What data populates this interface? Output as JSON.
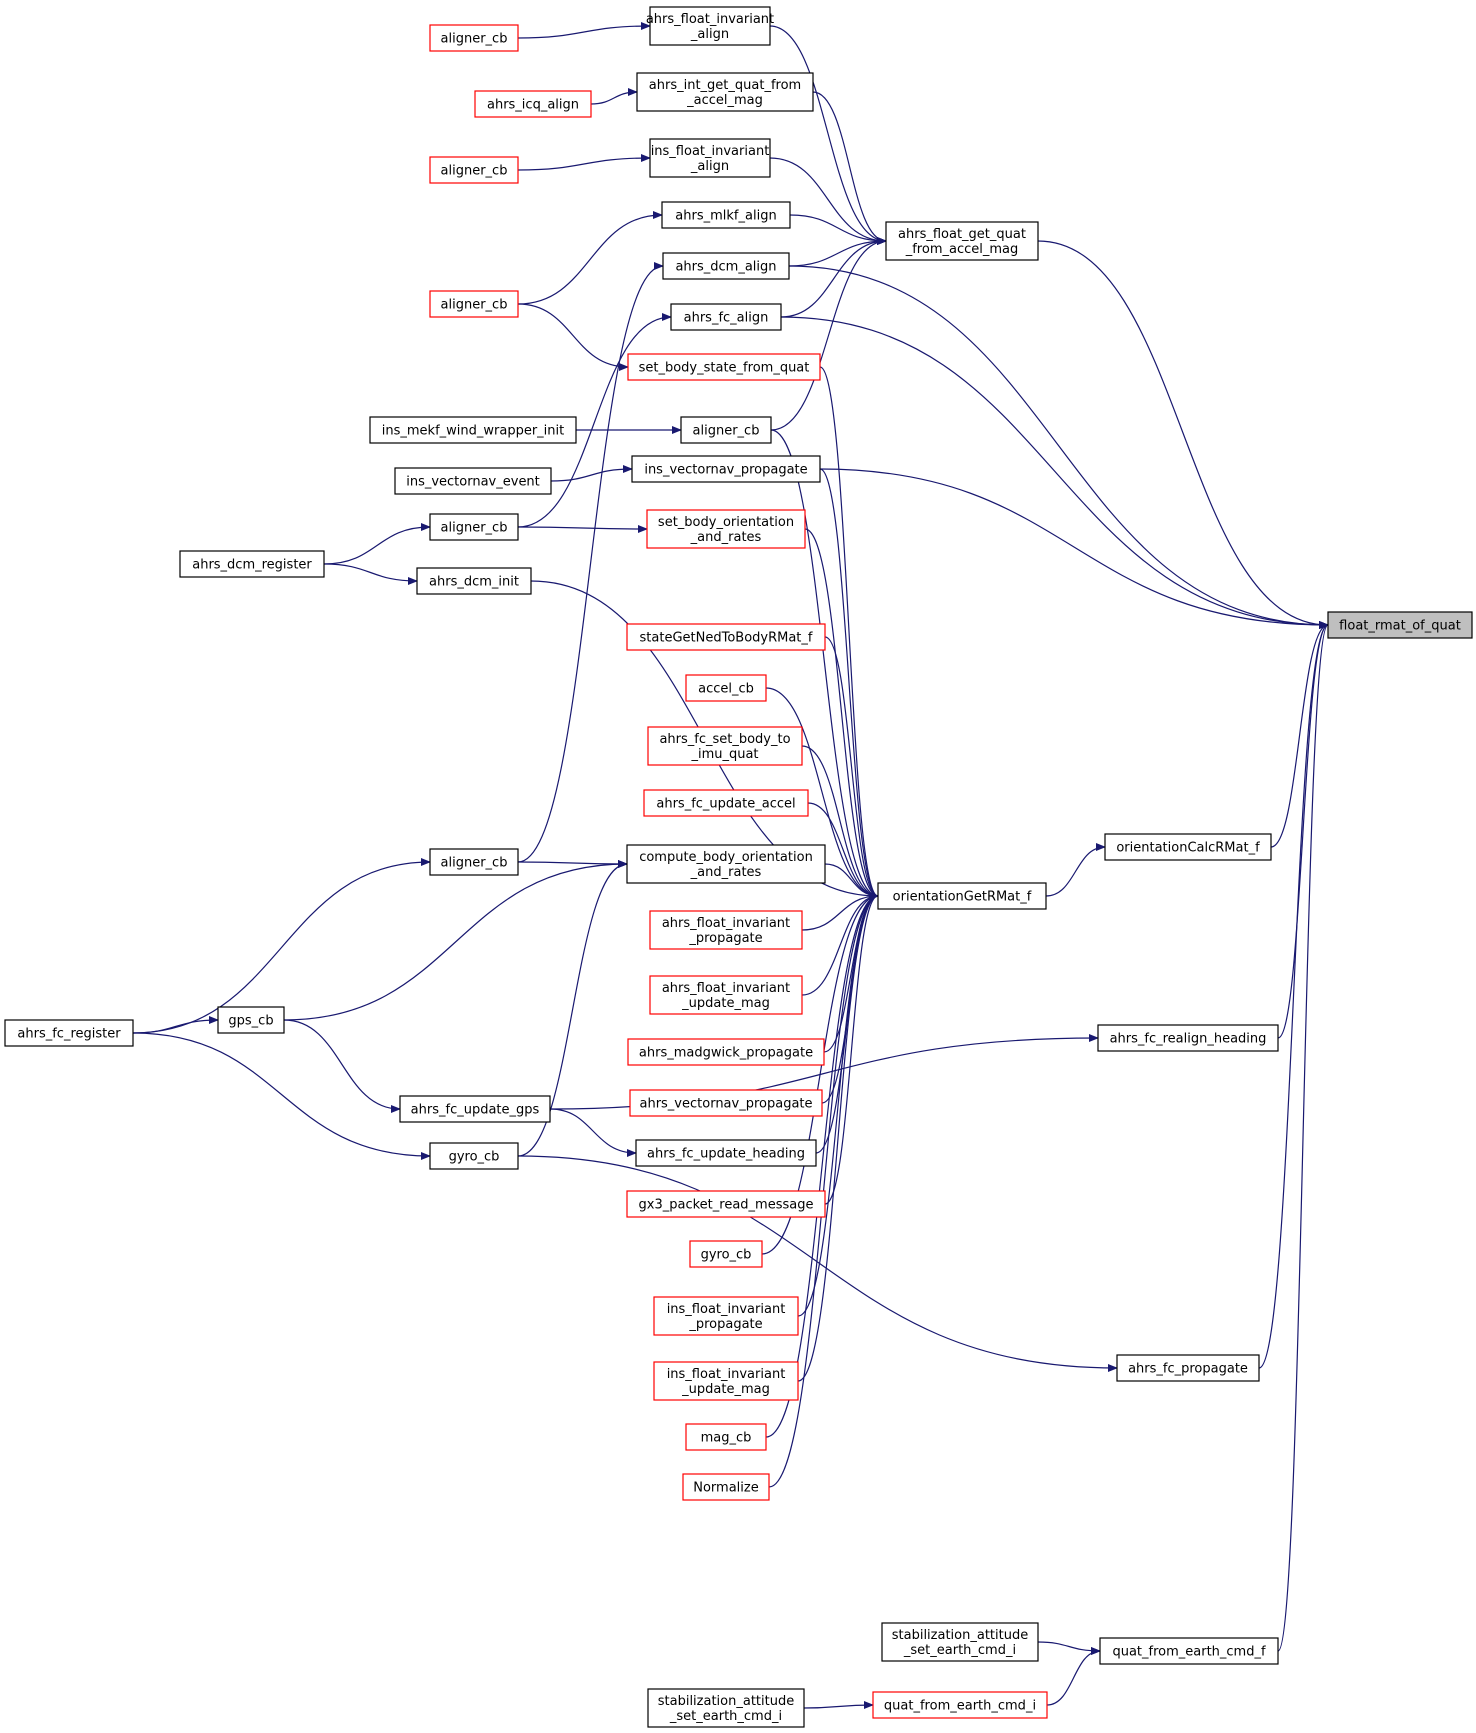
{
  "colors": {
    "edge": "#191970",
    "node_border": "#000000",
    "node_border_truncated": "#ff0000",
    "focus_fill": "#bfbfbf"
  },
  "nodes": {
    "n_aligner1": {
      "lines": [
        "aligner_cb"
      ],
      "color": "red"
    },
    "n_ahrs_icq": {
      "lines": [
        "ahrs_icq_align"
      ],
      "color": "red"
    },
    "n_aligner2": {
      "lines": [
        "aligner_cb"
      ],
      "color": "red"
    },
    "n_aligner3": {
      "lines": [
        "aligner_cb"
      ],
      "color": "red"
    },
    "n_ins_mekf": {
      "lines": [
        "ins_mekf_wind_wrapper_init"
      ],
      "color": "black"
    },
    "n_ins_vn_event": {
      "lines": [
        "ins_vectornav_event"
      ],
      "color": "black"
    },
    "n_ahrs_dcm_register": {
      "lines": [
        "ahrs_dcm_register"
      ],
      "color": "black"
    },
    "n_ahrs_fc_register": {
      "lines": [
        "ahrs_fc_register"
      ],
      "color": "black"
    },
    "n_afi_align": {
      "lines": [
        "ahrs_float_invariant",
        "_align"
      ],
      "color": "black"
    },
    "n_aigq": {
      "lines": [
        "ahrs_int_get_quat_from",
        "_accel_mag"
      ],
      "color": "black"
    },
    "n_ifi_align": {
      "lines": [
        "ins_float_invariant",
        "_align"
      ],
      "color": "black"
    },
    "n_mlkf_align": {
      "lines": [
        "ahrs_mlkf_align"
      ],
      "color": "black"
    },
    "n_dcm_align": {
      "lines": [
        "ahrs_dcm_align"
      ],
      "color": "black"
    },
    "n_fc_align": {
      "lines": [
        "ahrs_fc_align"
      ],
      "color": "black"
    },
    "n_set_body_state": {
      "lines": [
        "set_body_state_from_quat"
      ],
      "color": "red"
    },
    "n_aligner4": {
      "lines": [
        "aligner_cb"
      ],
      "color": "black"
    },
    "n_ins_vn_prop": {
      "lines": [
        "ins_vectornav_propagate"
      ],
      "color": "black"
    },
    "n_aligner5": {
      "lines": [
        "aligner_cb"
      ],
      "color": "black"
    },
    "n_set_body_orient": {
      "lines": [
        "set_body_orientation",
        "_and_rates"
      ],
      "color": "red"
    },
    "n_dcm_init": {
      "lines": [
        "ahrs_dcm_init"
      ],
      "color": "black"
    },
    "n_stateGet": {
      "lines": [
        "stateGetNedToBodyRMat_f"
      ],
      "color": "red"
    },
    "n_accel_cb": {
      "lines": [
        "accel_cb"
      ],
      "color": "red"
    },
    "n_set_body_imu": {
      "lines": [
        "ahrs_fc_set_body_to",
        "_imu_quat"
      ],
      "color": "red"
    },
    "n_fc_upd_accel": {
      "lines": [
        "ahrs_fc_update_accel"
      ],
      "color": "red"
    },
    "n_aligner6": {
      "lines": [
        "aligner_cb"
      ],
      "color": "black"
    },
    "n_compute_body": {
      "lines": [
        "compute_body_orientation",
        "_and_rates"
      ],
      "color": "black"
    },
    "n_afi_prop": {
      "lines": [
        "ahrs_float_invariant",
        "_propagate"
      ],
      "color": "red"
    },
    "n_gps_cb": {
      "lines": [
        "gps_cb"
      ],
      "color": "black"
    },
    "n_afi_upd_mag": {
      "lines": [
        "ahrs_float_invariant",
        "_update_mag"
      ],
      "color": "red"
    },
    "n_madgwick": {
      "lines": [
        "ahrs_madgwick_propagate"
      ],
      "color": "red"
    },
    "n_fc_upd_gps": {
      "lines": [
        "ahrs_fc_update_gps"
      ],
      "color": "black"
    },
    "n_vn_prop": {
      "lines": [
        "ahrs_vectornav_propagate"
      ],
      "color": "red"
    },
    "n_gyro_cb1": {
      "lines": [
        "gyro_cb"
      ],
      "color": "black"
    },
    "n_fc_upd_heading": {
      "lines": [
        "ahrs_fc_update_heading"
      ],
      "color": "black"
    },
    "n_gx3": {
      "lines": [
        "gx3_packet_read_message"
      ],
      "color": "red"
    },
    "n_gyro_cb2": {
      "lines": [
        "gyro_cb"
      ],
      "color": "red"
    },
    "n_ifi_prop": {
      "lines": [
        "ins_float_invariant",
        "_propagate"
      ],
      "color": "red"
    },
    "n_ifi_upd_mag": {
      "lines": [
        "ins_float_invariant",
        "_update_mag"
      ],
      "color": "red"
    },
    "n_mag_cb": {
      "lines": [
        "mag_cb"
      ],
      "color": "red"
    },
    "n_normalize": {
      "lines": [
        "Normalize"
      ],
      "color": "red"
    },
    "n_stab1": {
      "lines": [
        "stabilization_attitude",
        "_set_earth_cmd_i"
      ],
      "color": "black"
    },
    "n_stab2": {
      "lines": [
        "stabilization_attitude",
        "_set_earth_cmd_i"
      ],
      "color": "black"
    },
    "n_quat_i": {
      "lines": [
        "quat_from_earth_cmd_i"
      ],
      "color": "red"
    },
    "n_afgq": {
      "lines": [
        "ahrs_float_get_quat",
        "_from_accel_mag"
      ],
      "color": "black"
    },
    "n_oGetRMat": {
      "lines": [
        "orientationGetRMat_f"
      ],
      "color": "black"
    },
    "n_oCalcRMat": {
      "lines": [
        "orientationCalcRMat_f"
      ],
      "color": "black"
    },
    "n_fc_realign": {
      "lines": [
        "ahrs_fc_realign_heading"
      ],
      "color": "black"
    },
    "n_fc_prop": {
      "lines": [
        "ahrs_fc_propagate"
      ],
      "color": "black"
    },
    "n_quat_f": {
      "lines": [
        "quat_from_earth_cmd_f"
      ],
      "color": "black"
    },
    "n_frmat": {
      "lines": [
        "float_rmat_of_quat"
      ],
      "color": "black",
      "focus": true
    }
  }
}
